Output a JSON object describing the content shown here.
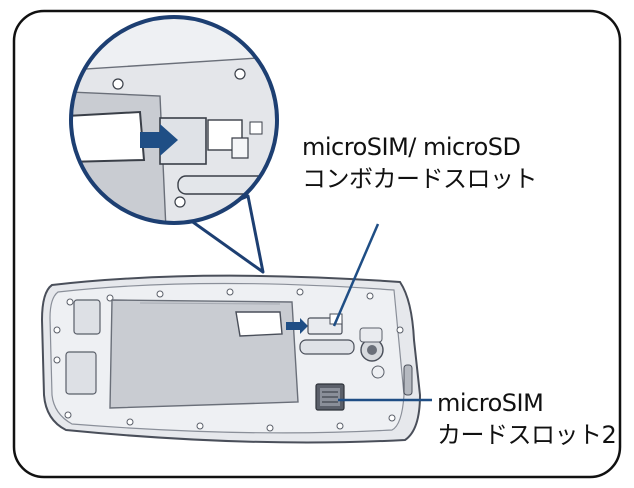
{
  "callouts": {
    "combo_slot": {
      "line1": "microSIM/ microSD",
      "line2": "コンボカードスロット"
    },
    "sim2_slot": {
      "line1": "microSIM",
      "line2": "カードスロット2"
    }
  },
  "colors": {
    "frame_border": "#111111",
    "leader_line": "#1f4e85",
    "magnifier_ring": "#1d3f72",
    "arrow": "#1f4e85",
    "device_body": "#e6e8ec",
    "device_outline": "#4a4f5a",
    "battery_area": "#c9ccd2"
  },
  "icons": {
    "magnifier": "zoom-circle",
    "insert_arrow": "arrow-right-icon"
  }
}
